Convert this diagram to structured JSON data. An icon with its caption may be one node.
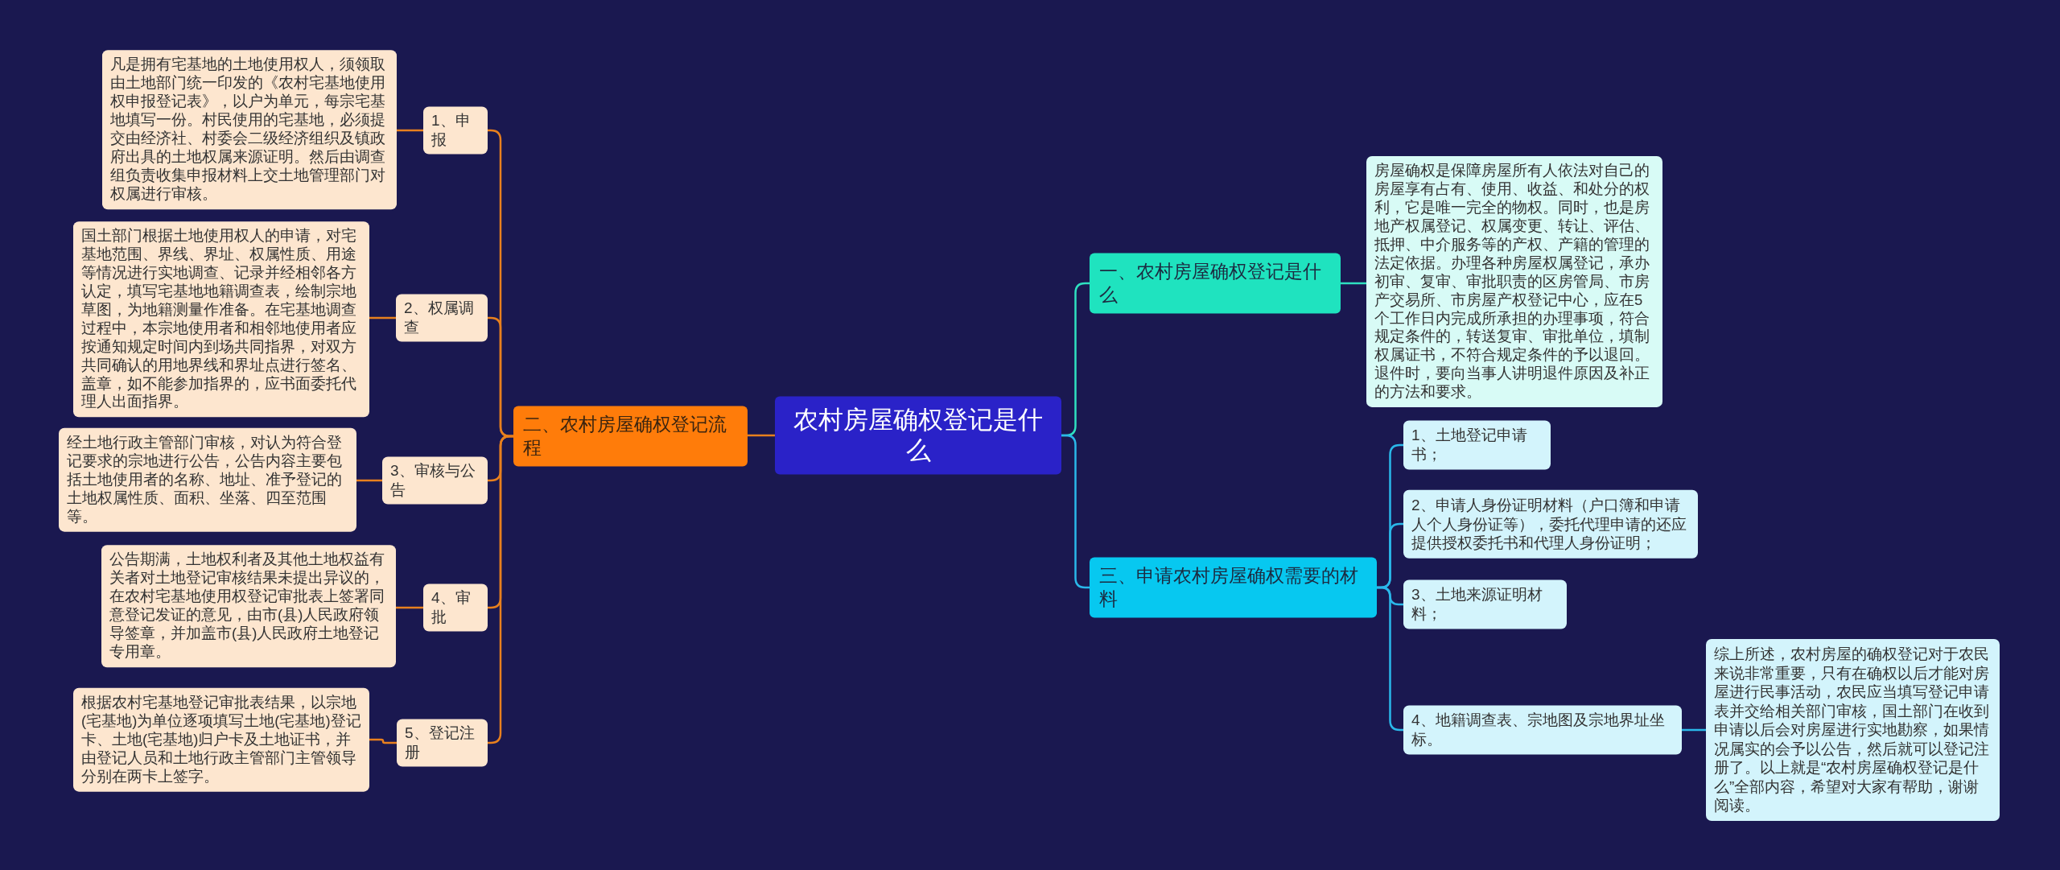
{
  "diagram": {
    "nodes": [
      {
        "text": [
          "农村房屋确权登记是什么"
        ]
      },
      {
        "text": [
          "一、农村房屋确权登记是什么"
        ]
      },
      {
        "text": [
          "房屋确权是保障房屋所有人依法对自己的房屋享有占有、使用、收益、和处分的权利，它是唯一完全的物权。同时，也是房地产权属登记、权属变更、转让、评估、抵押、中介服务等的产权、产籍的管理的法定依据。办理各种房屋权属登记，承办初审、复审、审批职责的区房管局、市房产交易所、市房屋产权登记中心，应在5个工作日内完成所承担的办理事项，符合规定条件的，转送复审、审批单位，填制权属证书，不符合规定条件的予以退回。退件时，要向当事人讲明退件原因及补正的方法和要求。"
        ]
      },
      {
        "text": [
          "二、农村房屋确权登记流程"
        ]
      },
      {
        "text": [
          "1、申报"
        ]
      },
      {
        "text": [
          "凡是拥有宅基地的土地使用权人，须领取由土地部门统一印发的《农村宅基地使用权申报登记表》，以户为单元，每宗宅基地填写一份。村民使用的宅基地，必须提交由经济社、村委会二级经济组织及镇政府出具的土地权属来源证明。然后由调查组负责收集申报材料上交土地管理部门对权属进行审核。"
        ]
      },
      {
        "text": [
          "2、权属调查"
        ]
      },
      {
        "text": [
          "国土部门根据土地使用权人的申请，对宅基地范围、界线、界址、权属性质、用途等情况进行实地调查、记录并经相邻各方认定，填写宅基地地籍调查表，绘制宗地草图，为地籍测量作准备。在宅基地调查过程中，本宗地使用者和相邻地使用者应按通知规定时间内到场共同指界，对双方共同确认的用地界线和界址点进行签名、盖章，如不能参加指界的，应书面委托代理人出面指界。"
        ]
      },
      {
        "text": [
          "3、审核与公告"
        ]
      },
      {
        "text": [
          "经土地行政主管部门审核，对认为符合登记要求的宗地进行公告，公告内容主要包括土地使用者的名称、地址、准予登记的土地权属性质、面积、坐落、四至范围等。"
        ]
      },
      {
        "text": [
          "4、审批"
        ]
      },
      {
        "text": [
          "公告期满，土地权利者及其他土地权益有关者对土地登记审核结果未提出异议的，在农村宅基地使用权登记审批表上签署同意登记发证的意见，由市(县)人民政府领导签章，并加盖市(县)人民政府土地登记专用章。"
        ]
      },
      {
        "text": [
          "5、登记注册"
        ]
      },
      {
        "text": [
          "根据农村宅基地登记审批表结果，以宗地(宅基地)为单位逐项填写土地(宅基地)登记卡、土地(宅基地)归户卡及土地证书，并由登记人员和土地行政主管部门主管领导分别在两卡上签字。"
        ]
      },
      {
        "text": [
          "三、申请农村房屋确权需要的材料"
        ]
      },
      {
        "text": [
          "1、土地登记申请书；"
        ]
      },
      {
        "text": [
          "2、申请人身份证明材料（户口簿和申请人个人身份证等），委托代理申请的还应提供授权委托书和代理人身份证明；"
        ]
      },
      {
        "text": [
          "3、土地来源证明材料；"
        ]
      },
      {
        "text": [
          "4、地籍调查表、宗地图及宗地界址坐标。"
        ]
      },
      {
        "text": [
          "综上所述，农村房屋的确权登记对于农民来说非常重要，只有在确权以后才能对房屋进行民事活动，农民应当填写登记申请表并交给相关部门审核，国土部门在收到申请以后会对房屋进行实地勘察，如果情况属实的会予以公告，然后就可以登记注册了。以上就是“农村房屋确权登记是什么”全部内容，希望对大家有帮助，谢谢阅读。"
        ]
      }
    ],
    "edges": [
      {
        "from": 0,
        "to": 1,
        "arrow": "none",
        "color": "#2fe0c0"
      },
      {
        "from": 1,
        "to": 2,
        "arrow": "none",
        "color": "#2fe0c0"
      },
      {
        "from": 0,
        "to": 3,
        "arrow": "none"
      },
      {
        "from": 3,
        "to": 4,
        "arrow": "none"
      },
      {
        "from": 4,
        "to": 5,
        "arrow": "none"
      },
      {
        "from": 3,
        "to": 6,
        "arrow": "none"
      },
      {
        "from": 6,
        "to": 7,
        "arrow": "none"
      },
      {
        "from": 3,
        "to": 8,
        "arrow": "none"
      },
      {
        "from": 8,
        "to": 9,
        "arrow": "none"
      },
      {
        "from": 3,
        "to": 10,
        "arrow": "none"
      },
      {
        "from": 10,
        "to": 11,
        "arrow": "none"
      },
      {
        "from": 3,
        "to": 12,
        "arrow": "none"
      },
      {
        "from": 12,
        "to": 13,
        "arrow": "none"
      },
      {
        "from": 0,
        "to": 14,
        "arrow": "none",
        "color": "#2ab8ea"
      },
      {
        "from": 14,
        "to": 15,
        "arrow": "none",
        "color": "#2ab8ea"
      },
      {
        "from": 14,
        "to": 16,
        "arrow": "none",
        "color": "#2ab8ea"
      },
      {
        "from": 14,
        "to": 17,
        "arrow": "none",
        "color": "#2ab8ea"
      },
      {
        "from": 14,
        "to": 18,
        "arrow": "none",
        "color": "#2ab8ea"
      },
      {
        "from": 18,
        "to": 19,
        "arrow": "none",
        "color": "#2ab8ea"
      }
    ]
  }
}
